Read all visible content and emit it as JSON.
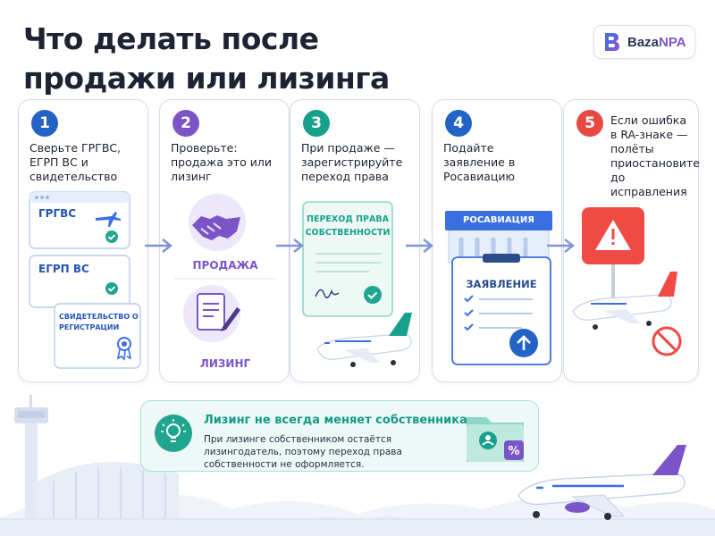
{
  "title": "Что делать после продажи или лизинга",
  "brand": {
    "logo_a": "Baza",
    "logo_b": "NPA"
  },
  "colors": {
    "step1": "#2463c6",
    "step2": "#7b55c8",
    "step3": "#17a18c",
    "step4": "#2463c6",
    "step5": "#e84a43",
    "accent_purple": "#7b55c8",
    "accent_teal": "#17a18c"
  },
  "steps": [
    {
      "number": "1",
      "text": "Сверьте ГРГВС, ЕГРП ВС и свидетельство",
      "docs": [
        "ГРГВС",
        "ЕГРП ВС",
        "СВИДЕТЕЛЬСТВО О РЕГИСТРАЦИИ"
      ]
    },
    {
      "number": "2",
      "text": "Проверьте: продажа это или лизинг",
      "options": [
        "ПРОДАЖА",
        "ЛИЗИНГ"
      ]
    },
    {
      "number": "3",
      "text": "При продаже — зарегистрируйте переход права",
      "doc": "ПЕРЕХОД ПРАВА СОБСТВЕННОСТИ"
    },
    {
      "number": "4",
      "text": "Подайте заявление в Росавиацию",
      "building": "РОСАВИАЦИЯ",
      "doc": "ЗАЯВЛЕНИЕ"
    },
    {
      "number": "5",
      "text": "Если ошибка в RA-знаке — полёты приостановите до исправления"
    }
  ],
  "note": {
    "title": "Лизинг не всегда меняет собственника",
    "text": "При лизинге собственником остаётся лизингодатель, поэтому переход права собственности не оформляется."
  }
}
